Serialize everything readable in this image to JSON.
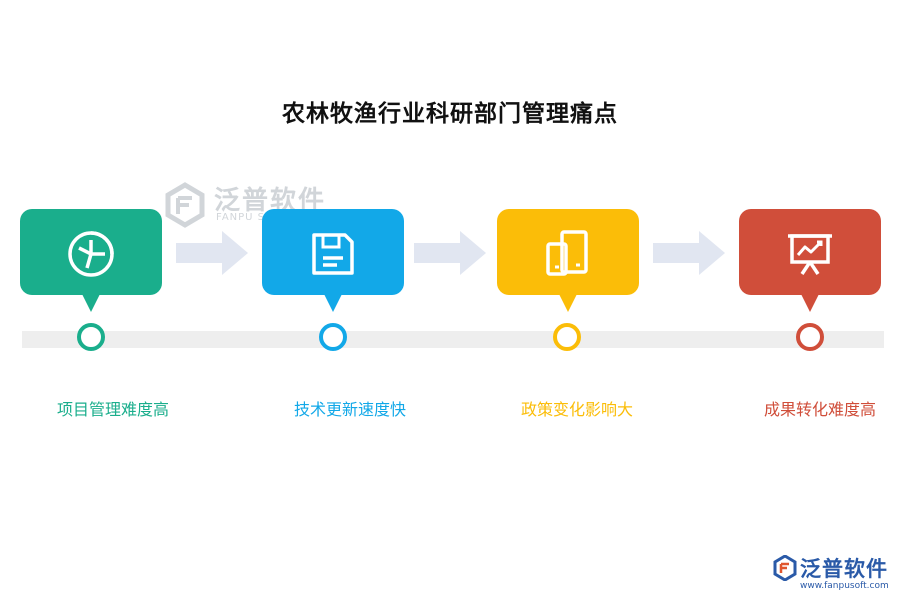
{
  "title": "农林牧渔行业科研部门管理痛点",
  "watermark": {
    "name": "泛普软件",
    "sub": "FANPU SOFTWARE"
  },
  "steps": [
    {
      "label": "项目管理难度高",
      "color": "#1aae8c",
      "icon": "pie-chart-icon"
    },
    {
      "label": "技术更新速度快",
      "color": "#12a8e8",
      "icon": "floppy-disk-icon"
    },
    {
      "label": "政策变化影响大",
      "color": "#fbbd08",
      "icon": "devices-icon"
    },
    {
      "label": "成果转化难度高",
      "color": "#d04e3a",
      "icon": "presentation-chart-icon"
    }
  ],
  "brand": {
    "name": "泛普软件",
    "url": "www.fanpusoft.com"
  }
}
